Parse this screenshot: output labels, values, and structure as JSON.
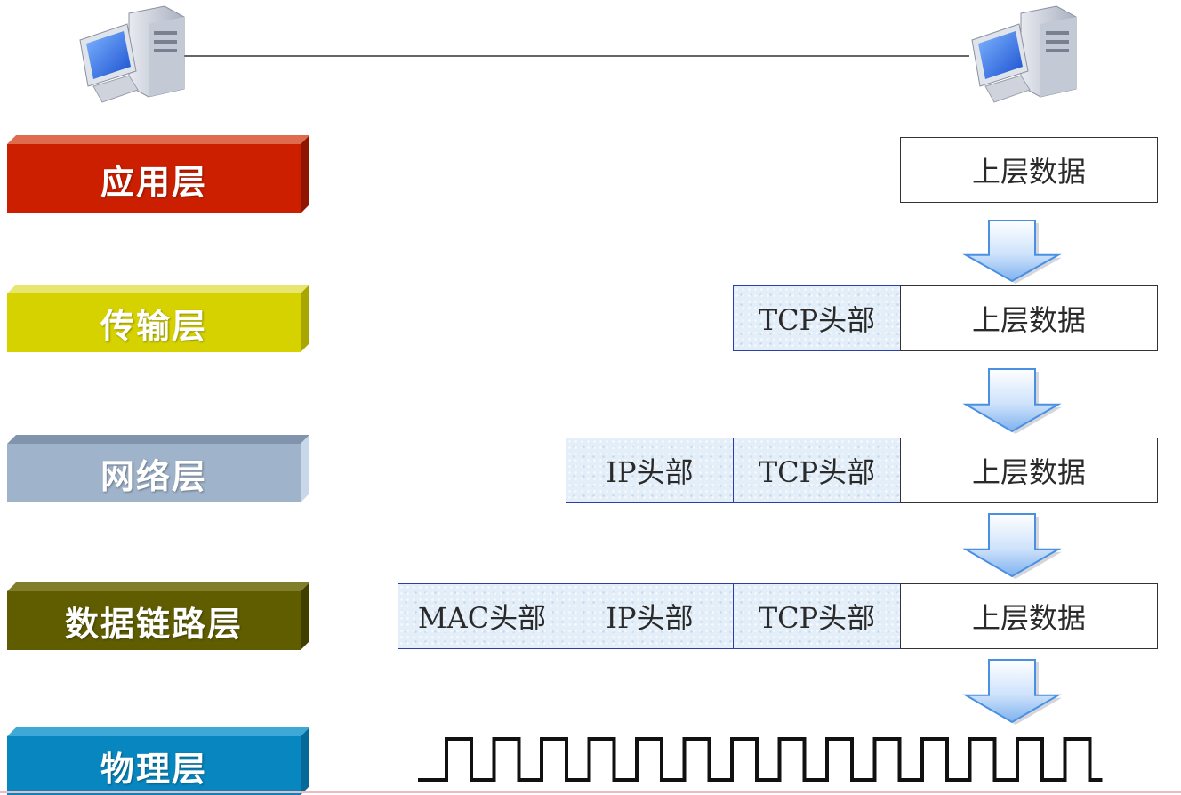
{
  "layers": [
    {
      "label": "应用层",
      "color": "#cc1f00",
      "top_color": "#e06a4e",
      "side_color": "#8f1500"
    },
    {
      "label": "传输层",
      "color": "#d6d200",
      "top_color": "#e8e570",
      "side_color": "#a9a600"
    },
    {
      "label": "网络层",
      "color": "#9fb3ca",
      "top_color": "#8095ad",
      "side_color": "#c8d8ea"
    },
    {
      "label": "数据链路层",
      "color": "#5f5d00",
      "top_color": "#807e2a",
      "side_color": "#403f00"
    },
    {
      "label": "物理层",
      "color": "#0886bf",
      "top_color": "#3ea9d6",
      "side_color": "#056a99"
    }
  ],
  "packets": {
    "application": {
      "data": "上层数据"
    },
    "transport": {
      "tcp": "TCP头部",
      "data": "上层数据"
    },
    "network": {
      "ip": "IP头部",
      "tcp": "TCP头部",
      "data": "上层数据"
    },
    "datalink": {
      "mac": "MAC头部",
      "ip": "IP头部",
      "tcp": "TCP头部",
      "data": "上层数据"
    }
  },
  "icons": {
    "left_computer": "computer-icon",
    "right_computer": "computer-icon",
    "arrow": "down-arrow-icon"
  }
}
